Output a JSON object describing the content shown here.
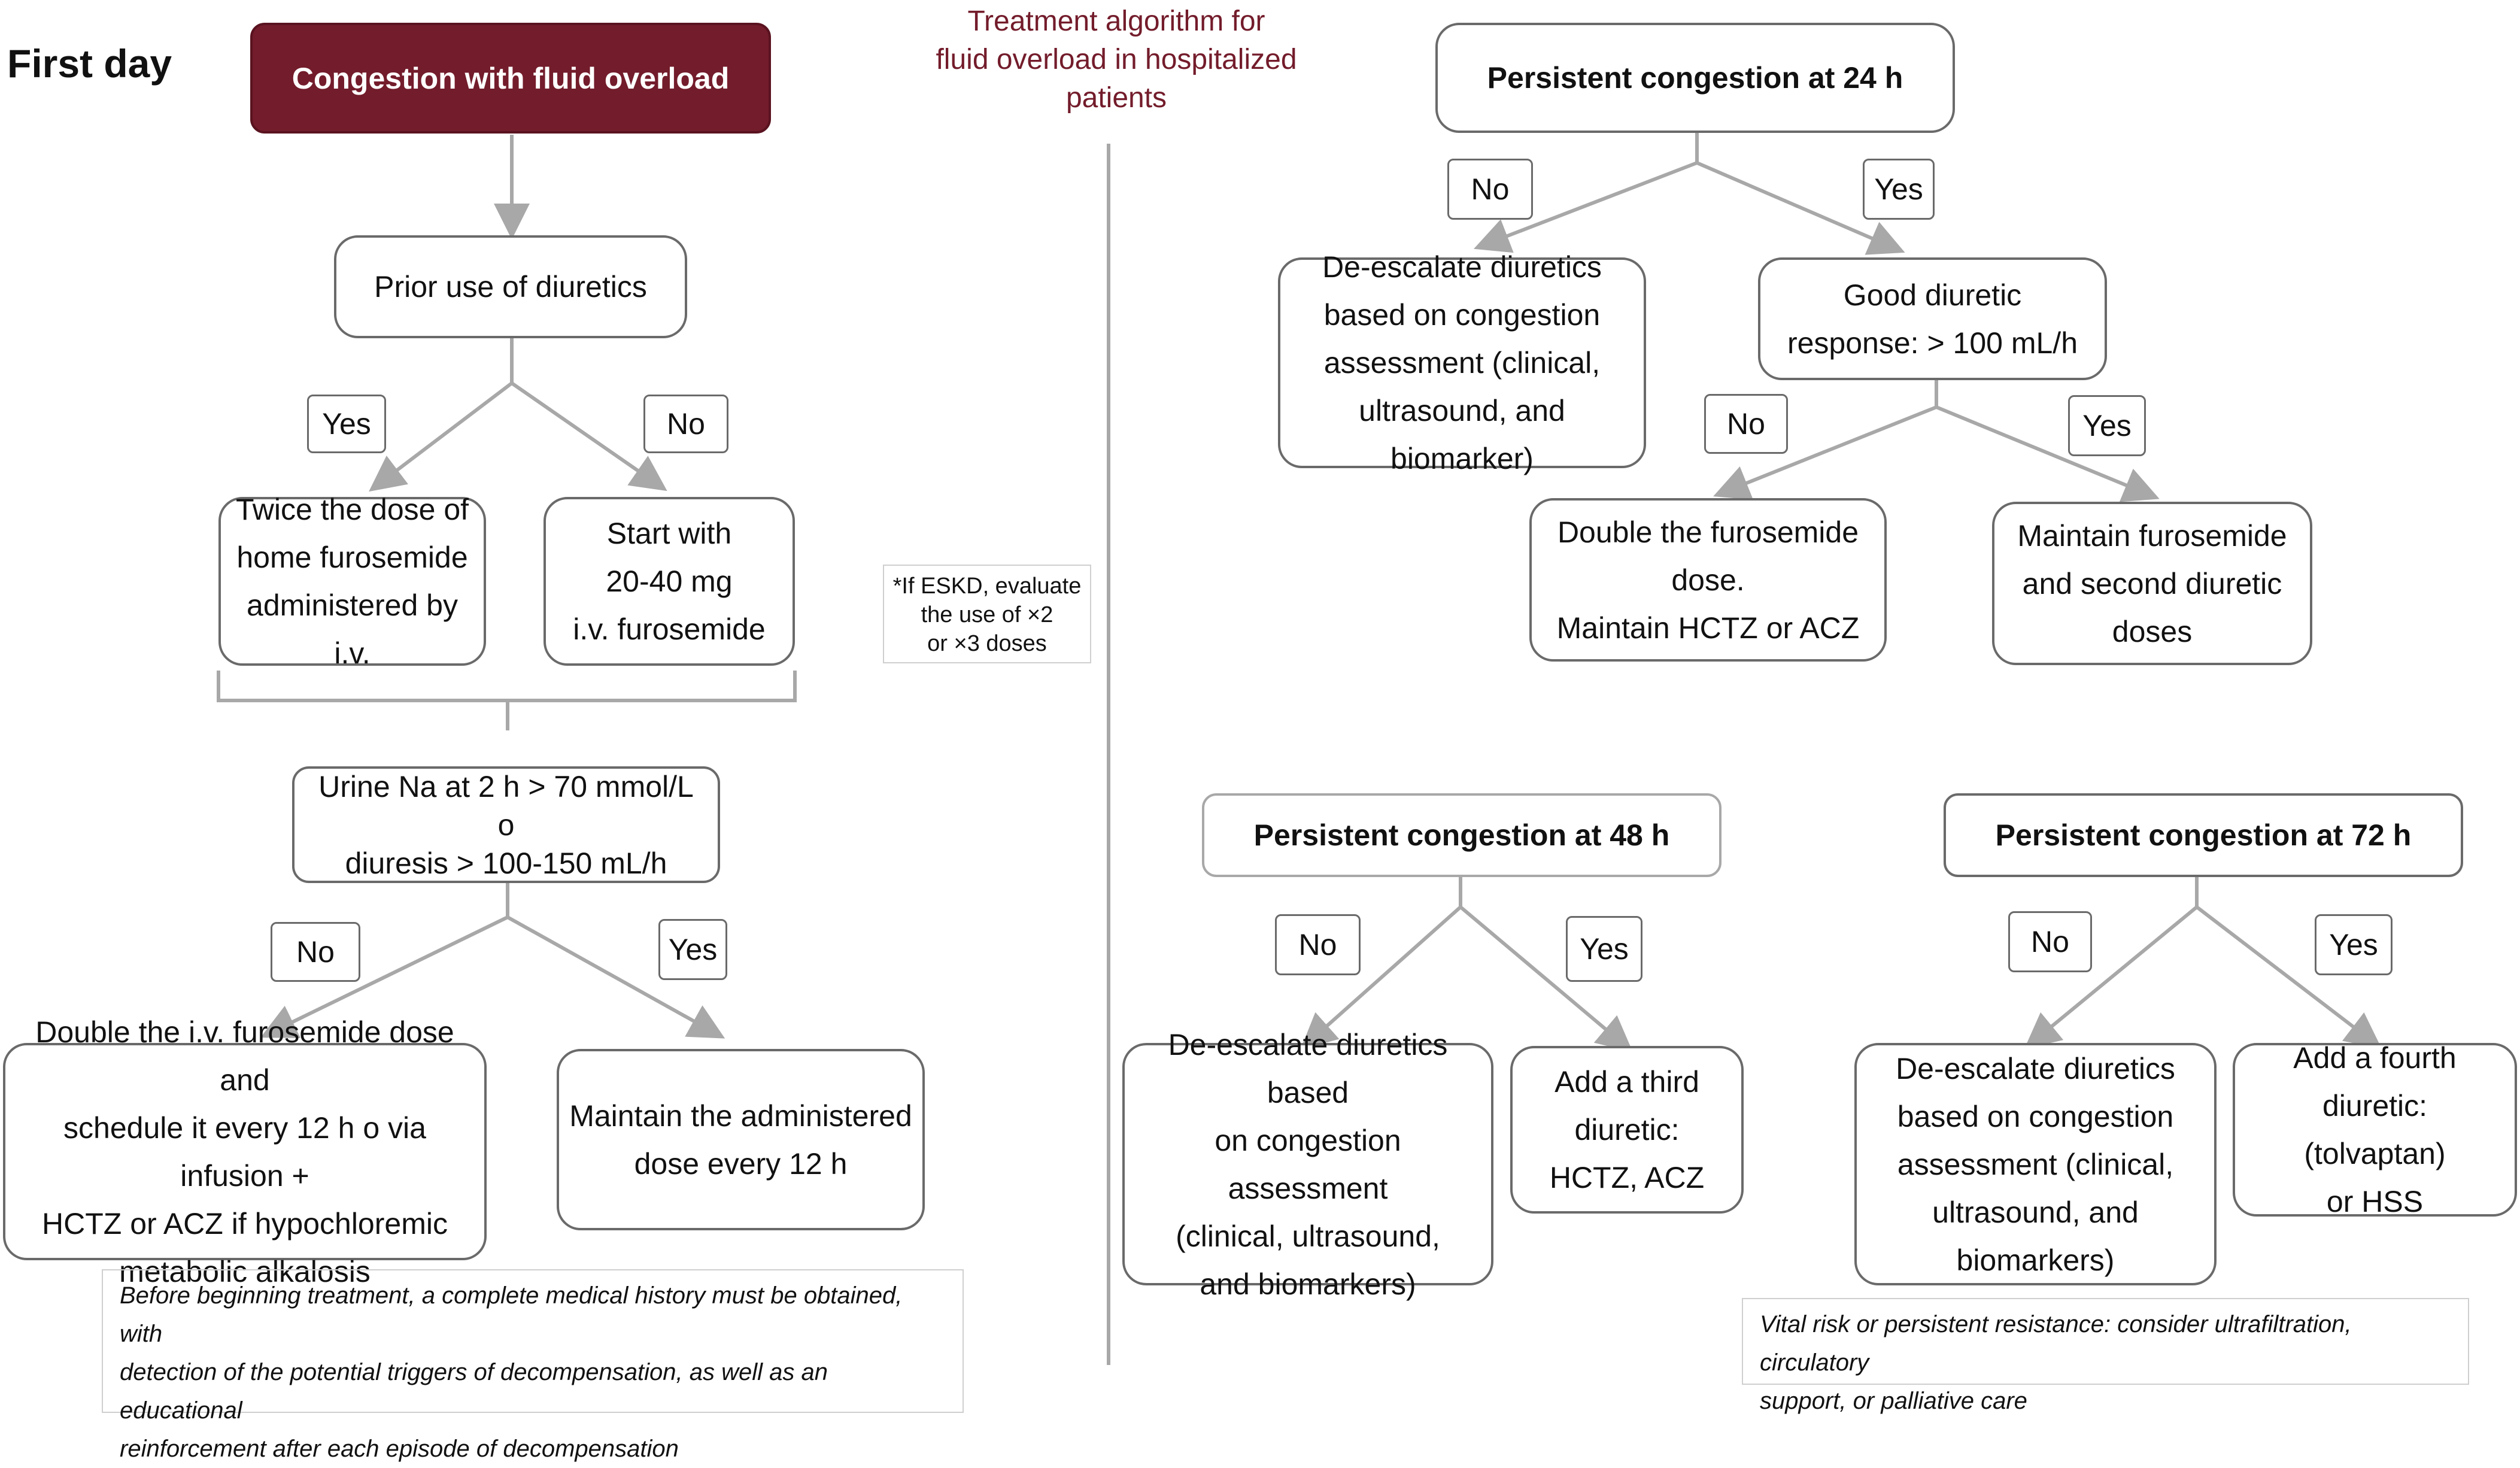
{
  "day_label": "First day",
  "title": "Treatment algorithm for\nfluid overload in hospitalized\npatients",
  "colors": {
    "accent": "#731c2b",
    "line": "#a8a8a8",
    "border": "#6a6a6a"
  },
  "left": {
    "start": "Congestion with fluid overload",
    "prior_use": "Prior use  of diuretics",
    "yes1": "Yes",
    "no1": "No",
    "twice_dose": "Twice the dose of\nhome furosemide\nadministered by i.v.",
    "start_with": "Start with\n20-40 mg\ni.v. furosemide",
    "eskd_note": "*If ESKD, evaluate\nthe use of ×2\nor ×3 doses",
    "urine_na": "Urine Na at 2 h > 70 mmol/L\no\ndiuresis > 100-150 mL/h",
    "no2": "No",
    "yes2": "Yes",
    "double_iv": "Double the i.v. furosemide dose and\nschedule it every 12 h o via infusion +\nHCTZ or ACZ if hypochloremic\nmetabolic alkalosis",
    "maintain_dose": "Maintain the administered\ndose every 12 h",
    "history_note": "Before beginning treatment, a complete medical history must be obtained, with\ndetection of the potential triggers of decompensation, as well as an educational\nreinforcement after each episode of decompensation"
  },
  "right": {
    "h24": "Persistent congestion at 24 h",
    "no24": "No",
    "yes24": "Yes",
    "deescalate24": "De-escalate diuretics\nbased on congestion\nassessment (clinical,\nultrasound, and biomarker)",
    "good_response": "Good diuretic\nresponse: > 100 mL/h",
    "no_resp": "No",
    "yes_resp": "Yes",
    "double_furosemide": "Double the furosemide\ndose.\nMaintain HCTZ or ACZ",
    "maintain_furosemide": "Maintain furosemide\nand second diuretic\ndoses",
    "h48": "Persistent congestion at 48 h",
    "no48": "No",
    "yes48": "Yes",
    "deescalate48": "De-escalate diuretics based\non congestion assessment\n(clinical, ultrasound,\nand biomarkers)",
    "third_diuretic": "Add a third\ndiuretic:\nHCTZ, ACZ",
    "h72": "Persistent congestion at 72 h",
    "no72": "No",
    "yes72": "Yes",
    "deescalate72": "De-escalate diuretics\nbased on congestion\nassessment (clinical,\nultrasound, and\nbiomarkers)",
    "fourth_diuretic": "Add a fourth diuretic:\n(tolvaptan)\nor HSS",
    "vital_note": "Vital risk or persistent resistance: consider ultrafiltration, circulatory\nsupport, or palliative care"
  }
}
